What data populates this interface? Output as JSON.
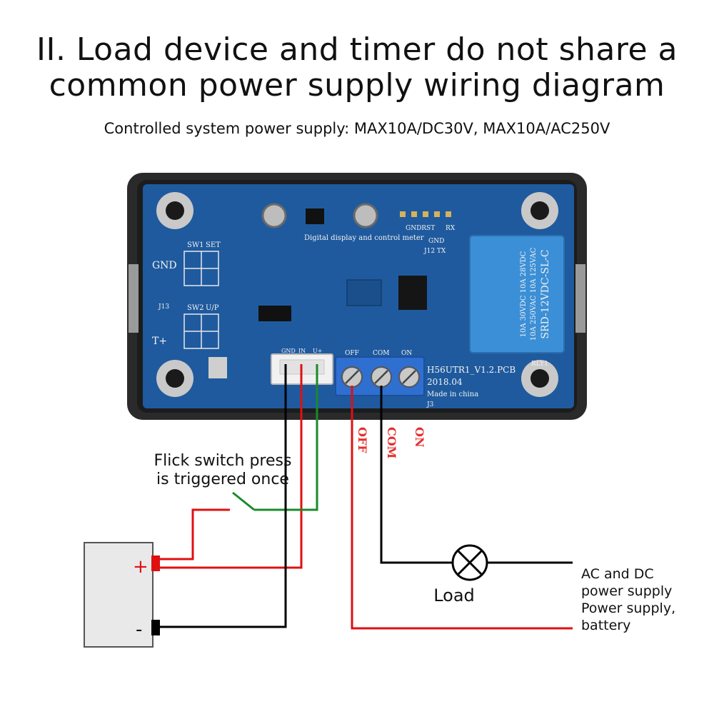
{
  "heading": {
    "line1": "II. Load device and timer do not share a",
    "line2": "common power supply wiring diagram",
    "subtitle": "Controlled system power supply: MAX10A/DC30V, MAX10A/AC250V"
  },
  "board": {
    "left_labels": {
      "gnd": "GND",
      "t_plus": "T+",
      "sw1": "SW1",
      "set": "SET",
      "sw2": "SW2",
      "up": "U/P",
      "j13": "J13"
    },
    "subtitle_silk": "Digital display and control meter",
    "pcb_id": "H56UTR1_V1.2.PCB",
    "date": "2018.04",
    "made_in": "Made in china",
    "j3": "J3",
    "rly": "RLY1",
    "connector_pins": [
      "GND",
      "IN",
      "U+"
    ],
    "header_labels": {
      "gnd_rst": "GNDRST",
      "rx": "RX",
      "tx": "TX",
      "gnd": "GND",
      "j12": "J12 TX"
    },
    "terminal_silk": [
      "OFF",
      "COM",
      "ON"
    ],
    "relay": {
      "model": "SRD-12VDC-SL-C",
      "rating_line1": "10A 250VAC  10A 125VAC",
      "rating_line2": "10A 30VDC  10A 28VDC"
    }
  },
  "wiring": {
    "terminal_labels": [
      "OFF",
      "COM",
      "ON"
    ],
    "switch_label_line1": "Flick switch press",
    "switch_label_line2": "is triggered once",
    "battery_plus": "+",
    "battery_minus": "-",
    "load_label": "Load",
    "supply_line1": "AC and DC",
    "supply_line2": "power supply",
    "supply_line3": "Power supply,",
    "supply_line4": "battery"
  },
  "colors": {
    "pcb_blue": "#1f5a9e",
    "case": "#2a2a2a",
    "relay_blue": "#3b8fd6",
    "terminal_blue": "#2f6fd0",
    "wire_red": "#e01010",
    "wire_green": "#1a8a2a",
    "wire_black": "#000000"
  }
}
